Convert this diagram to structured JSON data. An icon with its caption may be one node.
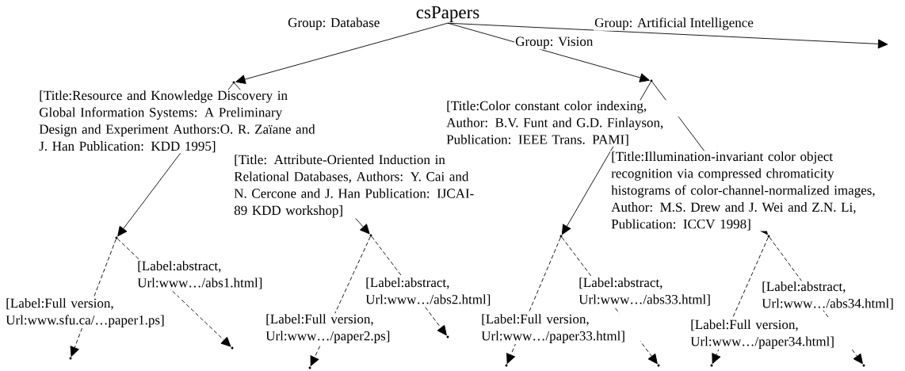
{
  "diagram": {
    "nodes": [
      {
        "text": [
          "csPapers"
        ]
      },
      {
        "text": [],
        "shape": "point"
      },
      {
        "text": [],
        "shape": "point"
      },
      {
        "text": [],
        "shape": "point"
      },
      {
        "text": [],
        "shape": "point"
      },
      {
        "text": [],
        "shape": "point"
      },
      {
        "text": [],
        "shape": "point"
      },
      {
        "text": [],
        "shape": "point"
      },
      {
        "text": [],
        "shape": "point"
      },
      {
        "text": [],
        "shape": "point"
      },
      {
        "text": [],
        "shape": "point"
      },
      {
        "text": [],
        "shape": "point"
      },
      {
        "text": [],
        "shape": "point"
      },
      {
        "text": [],
        "shape": "point"
      },
      {
        "text": [],
        "shape": "point"
      }
    ],
    "edges": [
      {
        "from": 0,
        "to": 1,
        "arrow": "to",
        "label": "Group: Database"
      },
      {
        "from": 0,
        "to": 4,
        "arrow": "to",
        "label": "Group: Vision"
      },
      {
        "from": 0,
        "to": null,
        "arrow": "to",
        "label": "Group: Artificial Intelligence"
      },
      {
        "from": 1,
        "to": 2,
        "arrow": "to"
      },
      {
        "from": 1,
        "to": 3,
        "arrow": "to"
      },
      {
        "from": 4,
        "to": 5,
        "arrow": "to"
      },
      {
        "from": 4,
        "to": 6,
        "arrow": "to"
      },
      {
        "from": 2,
        "to": 7,
        "arrow": "to",
        "style": "dashed"
      },
      {
        "from": 2,
        "to": 8,
        "arrow": "to",
        "style": "dashed"
      },
      {
        "from": 3,
        "to": 9,
        "arrow": "to",
        "style": "dashed"
      },
      {
        "from": 3,
        "to": 10,
        "arrow": "to",
        "style": "dashed"
      },
      {
        "from": 5,
        "to": 11,
        "arrow": "to",
        "style": "dashed"
      },
      {
        "from": 5,
        "to": 12,
        "arrow": "to",
        "style": "dashed"
      },
      {
        "from": 6,
        "to": 13,
        "arrow": "to",
        "style": "dashed"
      },
      {
        "from": 6,
        "to": 14,
        "arrow": "to",
        "style": "dashed"
      }
    ],
    "labels": [
      "[Title:Resource and Knowledge Discovery in Global  Information Systems: A Preliminary Design and Experiment Authors:O. R. Zaïane and J. Han Publication: KDD 1995]",
      "[Title:Color constant color indexing, Author: B.V. Funt and G.D. Finlayson, Publication: IEEE Trans. PAMI]",
      "[Title: Attribute-Oriented Induction in Relational Databases, Authors: Y. Cai and N. Cercone and J. Han Publication: IJCAI-89 KDD workshop]",
      "[Title:Illumination-invariant color object recognition via compressed chromaticity histograms of color-channel-normalized images, Author: M.S. Drew and J. Wei and Z.N. Li, Publication: ICCV  1998]",
      "[Label:abstract, Url:www…/abs1.html]",
      "[Label:abstract, Url:www…/abs2.html]",
      "[Label:abstract, Url:www…/abs33.html]",
      "[Label:abstract, Url:www…/abs34.html]",
      "[Label:Full version, Url:www.sfu.ca/…paper1.ps]",
      "[Label:Full version, Url:www…/paper2.ps]",
      "[Label:Full version, Url:www…/paper33.html]",
      "[Label:Full version, Url:www…/paper34.html]"
    ]
  }
}
